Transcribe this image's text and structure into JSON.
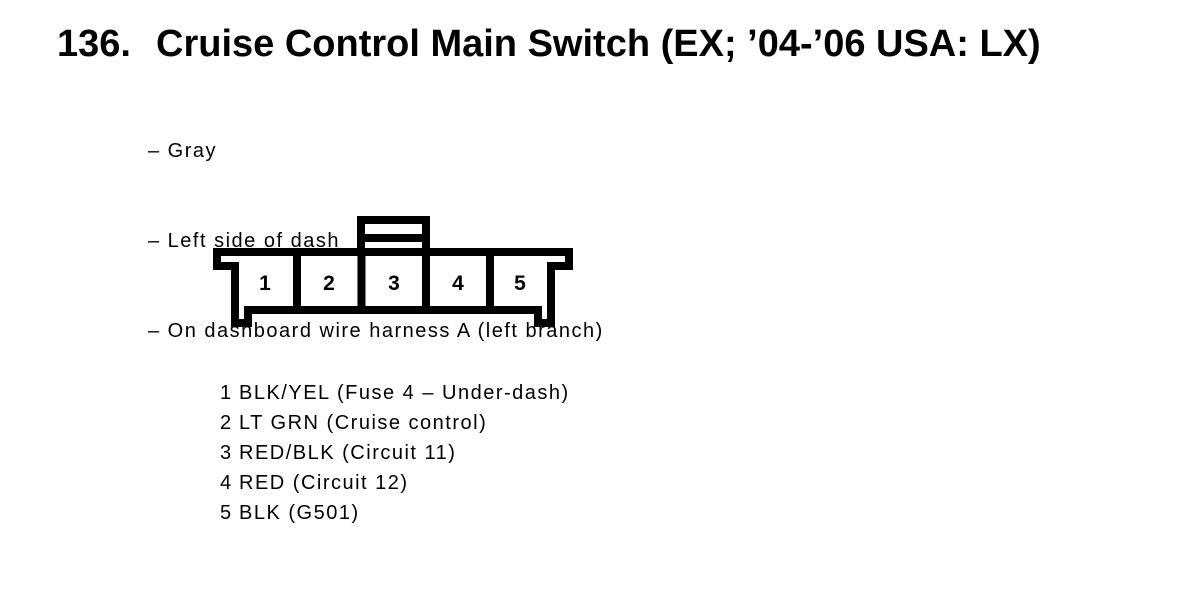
{
  "page": {
    "background": "#ffffff",
    "text_color": "#000000"
  },
  "header": {
    "number": "136.",
    "title": "Cruise Control Main Switch (EX; ’04-’06 USA: LX)"
  },
  "notes": [
    "– Gray",
    "– Left side of dash",
    "– On dashboard wire harness A (left branch)"
  ],
  "connector": {
    "description": "5-cavity connector, front view, latch on top of cavity 3",
    "pins": [
      "1",
      "2",
      "3",
      "4",
      "5"
    ]
  },
  "pin_list": [
    {
      "pin": "1",
      "desc": "BLK/YEL (Fuse 4 – Under-dash)"
    },
    {
      "pin": "2",
      "desc": "LT GRN (Cruise control)"
    },
    {
      "pin": "3",
      "desc": "RED/BLK (Circuit 11)"
    },
    {
      "pin": "4",
      "desc": "RED (Circuit 12)"
    },
    {
      "pin": "5",
      "desc": "BLK (G501)"
    }
  ]
}
